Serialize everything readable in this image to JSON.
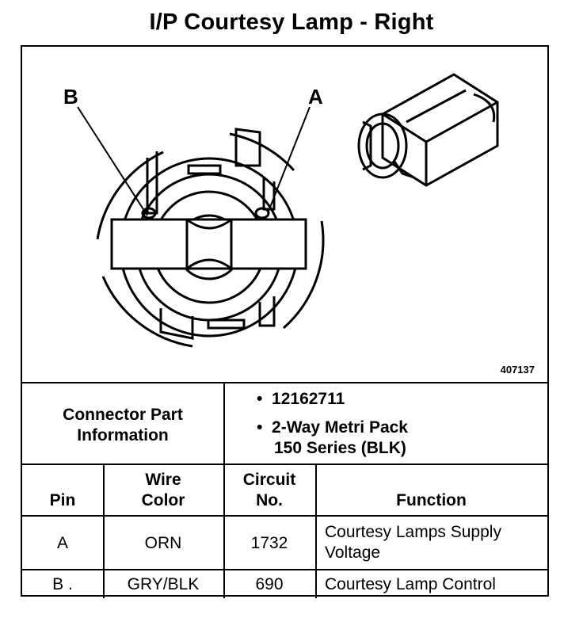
{
  "title": "I/P Courtesy Lamp - Right",
  "diagram": {
    "pin_labels": [
      "B",
      "A"
    ],
    "figure_number": "407137"
  },
  "connector": {
    "label_line1": "Connector Part",
    "label_line2": "Information",
    "part_number": "12162711",
    "description_line1": "2-Way Metri Pack",
    "description_line2": "150 Series (BLK)"
  },
  "table": {
    "headers": {
      "pin": "Pin",
      "wire_color_1": "Wire",
      "wire_color_2": "Color",
      "circuit_1": "Circuit",
      "circuit_2": "No.",
      "function": "Function"
    },
    "rows": [
      {
        "pin": "A",
        "wire": "ORN",
        "circuit": "1732",
        "function_1": "Courtesy Lamps Supply",
        "function_2": "Voltage"
      },
      {
        "pin": "B .",
        "wire": "GRY/BLK",
        "circuit": "690",
        "function_1": "Courtesy Lamp Control",
        "function_2": ""
      }
    ]
  }
}
